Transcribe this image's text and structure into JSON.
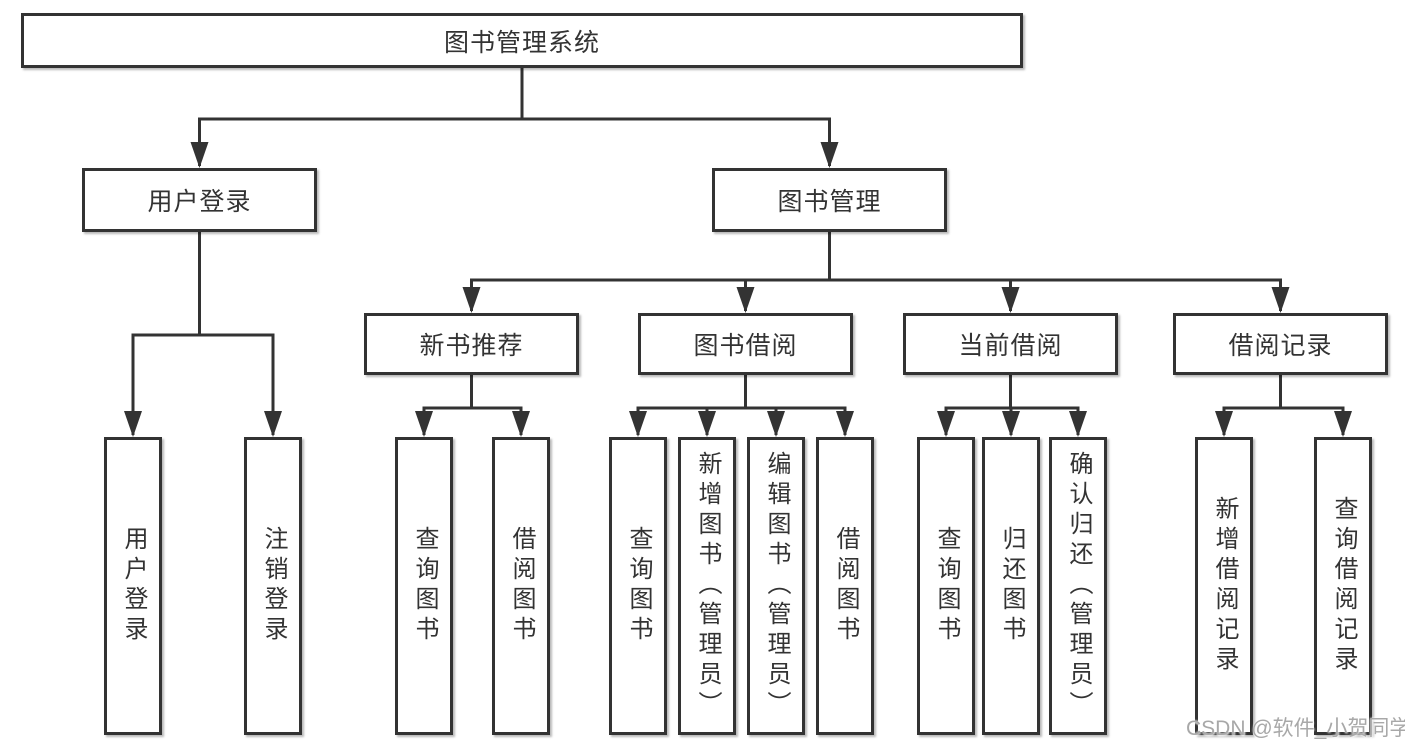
{
  "tree": {
    "label": "图书管理系统",
    "children": [
      {
        "label": "用户登录",
        "children": [
          {
            "label": "用户登录"
          },
          {
            "label": "注销登录"
          }
        ]
      },
      {
        "label": "图书管理",
        "children": [
          {
            "label": "新书推荐",
            "children": [
              {
                "label": "查询图书"
              },
              {
                "label": "借阅图书"
              }
            ]
          },
          {
            "label": "图书借阅",
            "children": [
              {
                "label": "查询图书"
              },
              {
                "label": "新增图书（管理员）"
              },
              {
                "label": "编辑图书（管理员）"
              },
              {
                "label": "借阅图书"
              }
            ]
          },
          {
            "label": "当前借阅",
            "children": [
              {
                "label": "查询图书"
              },
              {
                "label": "归还图书"
              },
              {
                "label": "确认归还（管理员）"
              }
            ]
          },
          {
            "label": "借阅记录",
            "children": [
              {
                "label": "新增借阅记录"
              },
              {
                "label": "查询借阅记录"
              }
            ]
          }
        ]
      }
    ]
  },
  "watermark": {
    "text": "CSDN @软件_小贺同学"
  },
  "colors": {
    "line": "#333333",
    "box_border": "#333333",
    "text": "#333333",
    "watermark_text": "#a8a8a8",
    "background": "#ffffff"
  }
}
